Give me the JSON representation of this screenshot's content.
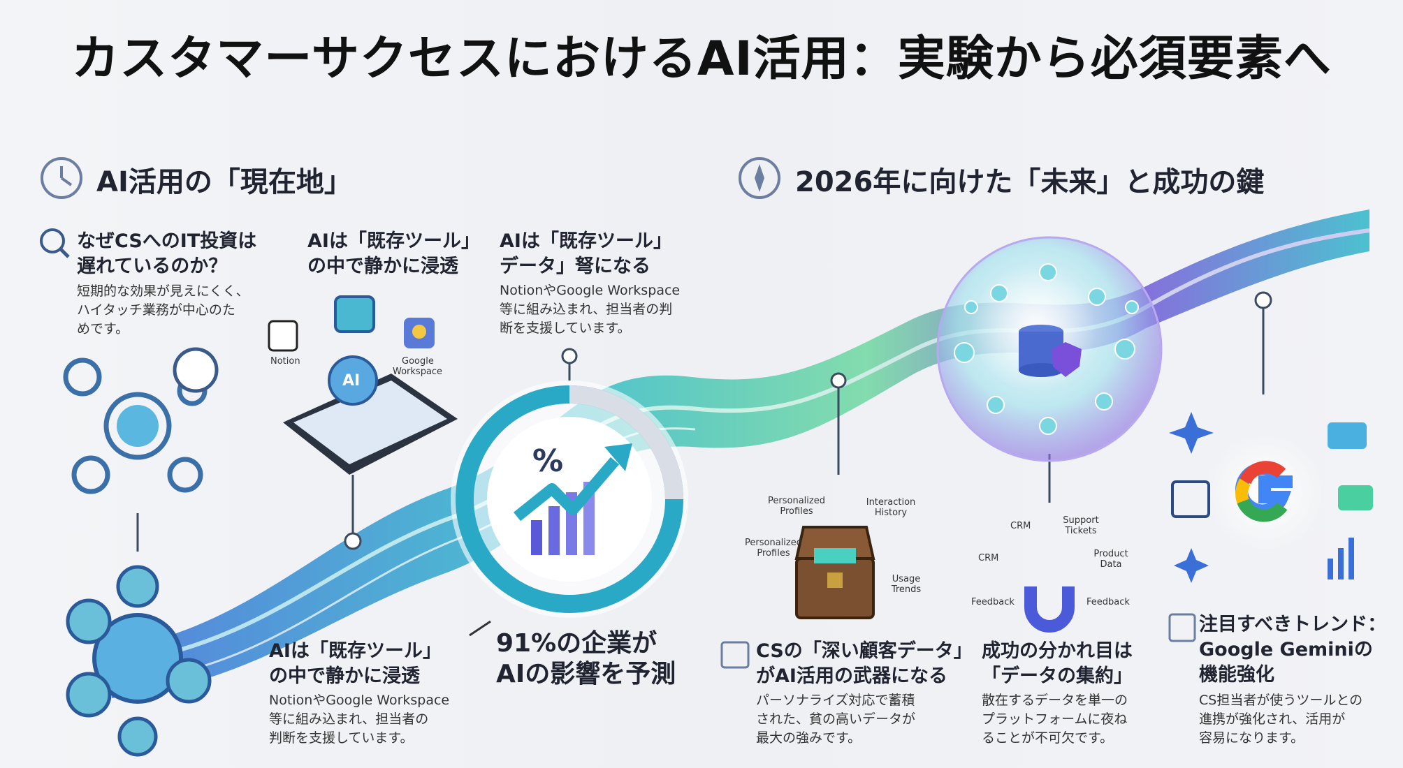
{
  "title": "カスタマーサクセスにおけるAI活用：実験から必須要素へ",
  "sections": {
    "current": "AI活用の「現在地」",
    "future": "2026年に向けた「未来」と成功の鍵"
  },
  "cards": {
    "why": {
      "heading": [
        "なぜCSへのIT投資は",
        "遅れているのか？"
      ],
      "body": [
        "短期的な効果が見えにくく、",
        "ハイタッチ業務が中心のた",
        "めです。"
      ]
    },
    "tools_top": {
      "heading": [
        "AIは「既存ツール」",
        "の中で静かに浸透"
      ]
    },
    "data_top": {
      "heading": [
        "AIは「既存ツール」",
        "データ」弩になる"
      ],
      "body": [
        "NotionやGoogle Workspace",
        "等に組み込まれ、担当者の判",
        "断を支援しています。"
      ]
    },
    "tools_bottom": {
      "heading": [
        "AIは「既存ツール」",
        "の中で静かに浸透"
      ],
      "body": [
        "NotionやGoogle Workspace",
        "等に組み込まれ、担当者の",
        "判断を支援しています。"
      ]
    },
    "stat": {
      "line1": "91%の企業が",
      "line2": "AIの影響を予測"
    },
    "deep": {
      "heading": [
        "CSの「深い顧客データ」",
        "がAI活用の武器になる"
      ],
      "body": [
        "パーソナライズ対応で蓄積",
        "された、貧の高いデータが",
        "最大の強みです。"
      ]
    },
    "aggregate": {
      "heading": [
        "成功の分かれ目は",
        "「データの集約」"
      ],
      "body": [
        "散在するデータを単一の",
        "プラットフォームに夜ね",
        "ることが不可欠です。"
      ]
    },
    "trend": {
      "heading": [
        "注目すべきトレンド：",
        "Google Geminiの",
        "機能強化"
      ],
      "body": [
        "CS担当者が使うツールとの",
        "進携が強化され、活用が",
        "容易になります。"
      ]
    }
  },
  "labels": {
    "notion": "Notion",
    "google": [
      "Google",
      "Workspace"
    ],
    "ai": "AI",
    "percent": "%",
    "chest": {
      "personalized_top": [
        "Personalized",
        "Profiles"
      ],
      "personalized_left": [
        "Personalized",
        "Profiles"
      ],
      "interaction": [
        "Interaction",
        "History"
      ],
      "usage": [
        "Usage",
        "Trends"
      ]
    },
    "clouds": {
      "crm_a": "CRM",
      "crm_b": "CRM",
      "support": [
        "Support",
        "Tickets"
      ],
      "product": [
        "Product",
        "Data"
      ],
      "feedback_a": "Feedback",
      "feedback_b": "Feedback"
    }
  },
  "colors": {
    "teal": "#2fb8c9",
    "green": "#6fd8a0",
    "blue": "#3a6fd8",
    "purple": "#7a4fd9",
    "ink": "#1f2430"
  }
}
